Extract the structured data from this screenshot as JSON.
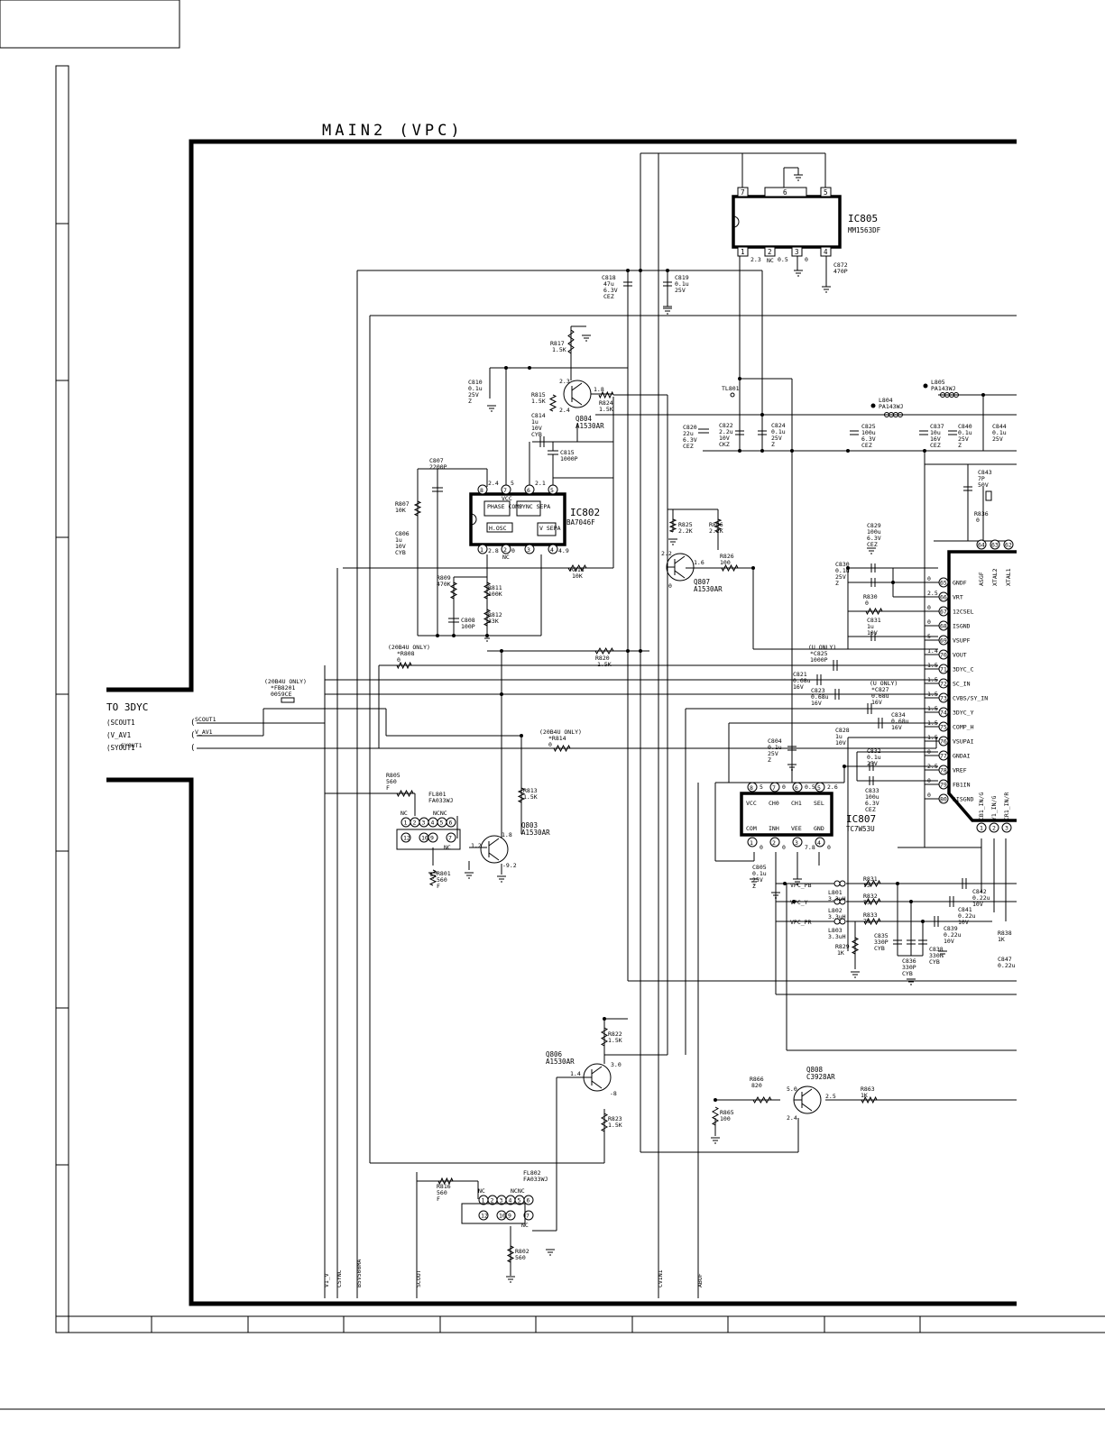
{
  "section_title": "MAIN2 (VPC)",
  "connector": {
    "title": "TO 3DYC",
    "pins": [
      "SCOUT1",
      "V_AV1",
      "SYOUT1"
    ],
    "bus_labels": [
      "SCOUT1",
      "V_AV1",
      "SYOUT1"
    ]
  },
  "bottom_labels": [
    "V1_V",
    "CSYNC",
    "B5V500MA",
    "SCOUT",
    "CVIN1",
    "ABOF"
  ],
  "ics": {
    "ic805": {
      "ref": "IC805",
      "part": "MM1563DF",
      "pins_top": [
        "7",
        "6",
        "5"
      ],
      "pins_bottom": [
        "1",
        "2",
        "3",
        "4"
      ],
      "nc": "NC"
    },
    "ic802": {
      "ref": "IC802",
      "part": "BA7046F",
      "blocks": [
        "PHASE COMP",
        "SYNC SEPA",
        "H.OSC",
        "V SEPA"
      ],
      "vcc": "VCC",
      "pins_top": [
        "8",
        "7",
        "6",
        "5"
      ],
      "pins_bottom": [
        "1",
        "2",
        "3",
        "4"
      ],
      "nc": "NC"
    },
    "ic807": {
      "ref": "IC807",
      "part": "TC7W53U",
      "pins_top": [
        "8",
        "7",
        "6",
        "5"
      ],
      "top_labels": [
        "VCC",
        "CH0",
        "CH1",
        "SEL"
      ],
      "pins_bottom": [
        "1",
        "2",
        "3",
        "4"
      ],
      "bottom_labels": [
        "COM",
        "INH",
        "VEE",
        "GND"
      ]
    },
    "ic801": {
      "pin_labels": [
        "GNDF",
        "VRT",
        "12CSEL",
        "ISGND",
        "VSUPF",
        "VOUT",
        "3DYC_C",
        "SC_IN",
        "CVBS/SY_IN",
        "3DYC_Y",
        "COMP_H",
        "VSUPAI",
        "GNDAI",
        "VREF",
        "FB1IN",
        "AISGND"
      ],
      "pin_nums": [
        "65",
        "66",
        "67",
        "68",
        "69",
        "70",
        "71",
        "72",
        "73",
        "74",
        "75",
        "76",
        "77",
        "78",
        "79",
        "80"
      ],
      "pin_volts": [
        "0",
        "2.5",
        "0",
        "0",
        "5",
        "1.4",
        "1.5",
        "1.5",
        "1.5",
        "1.5",
        "1.5",
        "1.5",
        "0",
        "2.5",
        "0",
        "0"
      ],
      "top_pins": [
        "64",
        "63",
        "62"
      ],
      "top_labels": [
        "ASGF",
        "XTAL2",
        "XTAL1"
      ],
      "bottom_pins": [
        "1",
        "2",
        "3"
      ],
      "bottom_labels": [
        "CB1_IN/G",
        "Y1_IN/G",
        "CR1_IN/R"
      ]
    }
  },
  "transistors": {
    "q804": {
      "ref": "Q804",
      "part": "A1530AR",
      "v_e": "2.3",
      "v_b": "1.8",
      "v_c": "2.4"
    },
    "q807": {
      "ref": "Q807",
      "part": "A1530AR",
      "v_b": "2.2",
      "v_e": "1.6",
      "v_c": "0"
    },
    "q803": {
      "ref": "Q803",
      "part": "A1530AR",
      "v_b": "1.2",
      "v_e": "1.8",
      "v_c": "-9.2"
    },
    "q806": {
      "ref": "Q806",
      "part": "A1530AR",
      "v_b": "1.4",
      "v_e": "3.0",
      "v_c": "-8"
    },
    "q808": {
      "ref": "Q808",
      "part": "C3928AR",
      "v_b": "5.0",
      "v_c": "2.5",
      "v_e": "2.4"
    }
  },
  "components": {
    "c818": [
      "C818",
      "47u",
      "6.3V",
      "CEZ"
    ],
    "c819": [
      "C819",
      "0.1u",
      "25V"
    ],
    "c872": [
      "C872",
      "470P"
    ],
    "r817": [
      "R817",
      "1.5K"
    ],
    "c810": [
      "C810",
      "0.1u",
      "25V",
      "Z"
    ],
    "r815": [
      "R815",
      "1.5K"
    ],
    "r824": [
      "R824",
      "1.5K"
    ],
    "c814": [
      "C814",
      "1u",
      "10V",
      "CYB"
    ],
    "c815": [
      "C815",
      "1000P"
    ],
    "c807": [
      "C807",
      "2200P"
    ],
    "r807": [
      "R807",
      "10K"
    ],
    "c806": [
      "C806",
      "1u",
      "10V",
      "CYB"
    ],
    "r809": [
      "R809",
      "470K"
    ],
    "r811": [
      "R811",
      "100K"
    ],
    "r812": [
      "R812",
      "33K"
    ],
    "c808": [
      "C808",
      "100P"
    ],
    "r818": [
      "R818",
      "10K"
    ],
    "r825": [
      "R825",
      "2.2K"
    ],
    "r806": [
      "R806",
      "2.2K"
    ],
    "r826": [
      "R826",
      "100"
    ],
    "tl801": [
      "TL801"
    ],
    "c820": [
      "C820",
      "22u",
      "6.3V",
      "CEZ"
    ],
    "c822": [
      "C822",
      "2.2u",
      "10V",
      "CKZ"
    ],
    "c824": [
      "C824",
      "0.1u",
      "25V",
      "Z"
    ],
    "l804": [
      "L804",
      "PA143WJ"
    ],
    "l805": [
      "L805",
      "PA143WJ"
    ],
    "c825": [
      "C825",
      "100u",
      "6.3V",
      "CEZ"
    ],
    "c837": [
      "C837",
      "10u",
      "16V",
      "CEZ"
    ],
    "c840": [
      "C840",
      "0.1u",
      "25V",
      "Z"
    ],
    "c844": [
      "C844",
      "0.1u",
      "25V"
    ],
    "c843": [
      "C843",
      "7P",
      "50V"
    ],
    "r836": [
      "R836",
      "0"
    ],
    "c829": [
      "C829",
      "100u",
      "6.3V",
      "CEZ"
    ],
    "c830": [
      "C830",
      "0.1u",
      "25V",
      "Z"
    ],
    "r830": [
      "R830",
      "0"
    ],
    "c831": [
      "C831",
      "1u",
      "10V"
    ],
    "r808": [
      "(20B4U ONLY)",
      "*R808",
      "0"
    ],
    "r820": [
      "R820",
      "1.5K"
    ],
    "c825b": [
      "(U ONLY)",
      "*C825",
      "1000P"
    ],
    "c821": [
      "C821",
      "0.68u",
      "16V"
    ],
    "c823": [
      "C823",
      "0.68u",
      "16V"
    ],
    "c827": [
      "(U ONLY)",
      "*C827",
      "0.68u",
      "16V"
    ],
    "c834": [
      "C834",
      "0.68u",
      "16V"
    ],
    "fb8201": [
      "(20B4U ONLY)",
      "*FB8201",
      "0059CE"
    ],
    "r814": [
      "(20B4U ONLY)",
      "*R814",
      "0"
    ],
    "c828": [
      "C828",
      "1u",
      "10V"
    ],
    "c804": [
      "C804",
      "0.1u",
      "25V",
      "Z"
    ],
    "c832": [
      "C832",
      "0.1u",
      "25V"
    ],
    "c833": [
      "C833",
      "100u",
      "6.3V",
      "CEZ"
    ],
    "r805": [
      "R805",
      "560",
      "F"
    ],
    "fl801": [
      "FL801",
      "FA033WJ"
    ],
    "r813": [
      "R813",
      "1.5K"
    ],
    "r801": [
      "R801",
      "560",
      "F"
    ],
    "c805": [
      "C805",
      "0.1u",
      "25V",
      "Z"
    ],
    "r831": [
      "R831",
      "75"
    ],
    "r832": [
      "R832",
      "75"
    ],
    "r833": [
      "R833",
      "75"
    ],
    "l801": [
      "L801",
      "3.3uH"
    ],
    "l802": [
      "L802",
      "3.3uH"
    ],
    "l803": [
      "L803",
      "3.3uH"
    ],
    "c842": [
      "C842",
      "0.22u",
      "10V"
    ],
    "c841": [
      "C841",
      "0.22u",
      "10V"
    ],
    "c839": [
      "C839",
      "0.22u",
      "10V"
    ],
    "c835": [
      "C835",
      "330P",
      "CYB"
    ],
    "c836": [
      "C836",
      "330P",
      "CYB"
    ],
    "c838": [
      "C838",
      "330P",
      "CYB"
    ],
    "r829": [
      "R829",
      "1K"
    ],
    "r838": [
      "R838",
      "1K"
    ],
    "c847": [
      "C847",
      "0.22u"
    ],
    "r822": [
      "R822",
      "1.5K"
    ],
    "r823": [
      "R823",
      "1.5K"
    ],
    "r866": [
      "R866",
      "820"
    ],
    "r865": [
      "R865",
      "100"
    ],
    "r863": [
      "R863",
      "1K"
    ],
    "r816": [
      "R816",
      "560",
      "F"
    ],
    "fl802": [
      "FL802",
      "FA033WJ"
    ],
    "r802": [
      "R802",
      "560"
    ]
  },
  "filter_pins": {
    "row1": [
      "1",
      "2",
      "3",
      "4",
      "5",
      "6"
    ],
    "row2": [
      "12",
      "10",
      "9",
      "7"
    ],
    "nc": "NC"
  },
  "vpc_nets": [
    "VPC_PB",
    "VPC_Y",
    "VPC_PR"
  ],
  "misc_volts": {
    "ic805_pins": [
      "2.3",
      "0.5",
      "0"
    ],
    "ic802_pins": [
      "2.4",
      "5",
      "2.1",
      "2.2",
      "2.8",
      "0",
      "4.9",
      "0"
    ],
    "ic807_pins": [
      "5",
      "0",
      "0.5",
      "2.6",
      "0",
      "0",
      "7.8",
      "0"
    ]
  }
}
